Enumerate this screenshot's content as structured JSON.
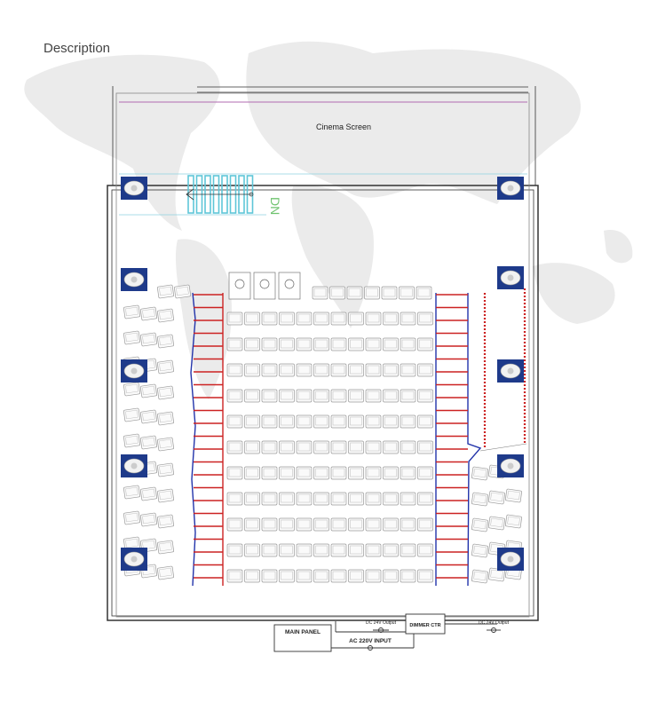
{
  "page": {
    "heading": "Description"
  },
  "plan": {
    "screen_label": "Cinema Screen",
    "stair_label": "DN",
    "main_panel": "MAIN PANEL",
    "dimmer": "DIMMER CTR",
    "ac_input": "AC 220V INPUT",
    "dc_output_left": "DC 24V Output",
    "dc_output_right": "DC 24V Output"
  },
  "colors": {
    "wall": "#333333",
    "screen_line": "#b06bb0",
    "step_light": "#cc2222",
    "aisle_strip": "#2233aa",
    "speaker_bg": "#1e3a8a",
    "stair": "#5fc6d8",
    "seat": "#9a9a9a",
    "map": "#e6e6e6"
  }
}
